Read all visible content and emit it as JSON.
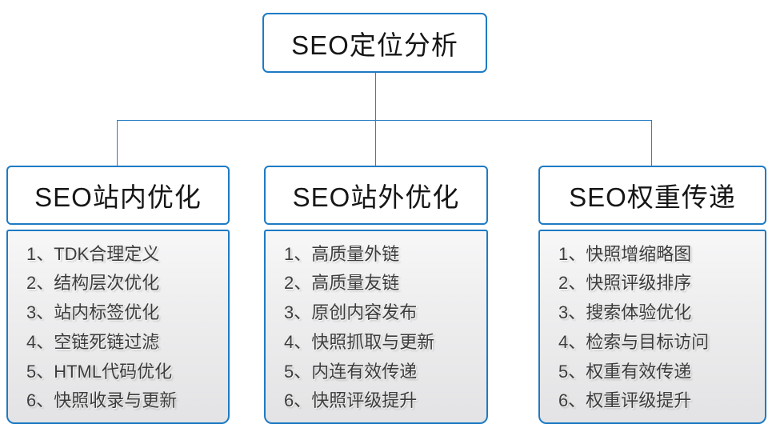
{
  "diagram": {
    "root": {
      "title": "SEO定位分析"
    },
    "branches": [
      {
        "title": "SEO站内优化",
        "items": [
          "1、TDK合理定义",
          "2、结构层次优化",
          "3、站内标签优化",
          "4、空链死链过滤",
          "5、HTML代码优化",
          "6、快照收录与更新"
        ]
      },
      {
        "title": "SEO站外优化",
        "items": [
          "1、高质量外链",
          "2、高质量友链",
          "3、原创内容发布",
          "4、快照抓取与更新",
          "5、内连有效传递",
          "6、快照评级提升"
        ]
      },
      {
        "title": "SEO权重传递",
        "items": [
          "1、快照增缩略图",
          "2、快照评级排序",
          "3、搜索体验优化",
          "4、检索与目标访问",
          "5、权重有效传递",
          "6、权重评级提升"
        ]
      }
    ],
    "colors": {
      "box_border": "#1e7bc4",
      "connector_line": "#2a80c4",
      "header_background": "#ffffff",
      "list_gradient_top": "#f7f7f8",
      "list_gradient_bottom": "#e3e3e5",
      "title_text": "#161616",
      "item_text": "#3c3c3c"
    }
  }
}
